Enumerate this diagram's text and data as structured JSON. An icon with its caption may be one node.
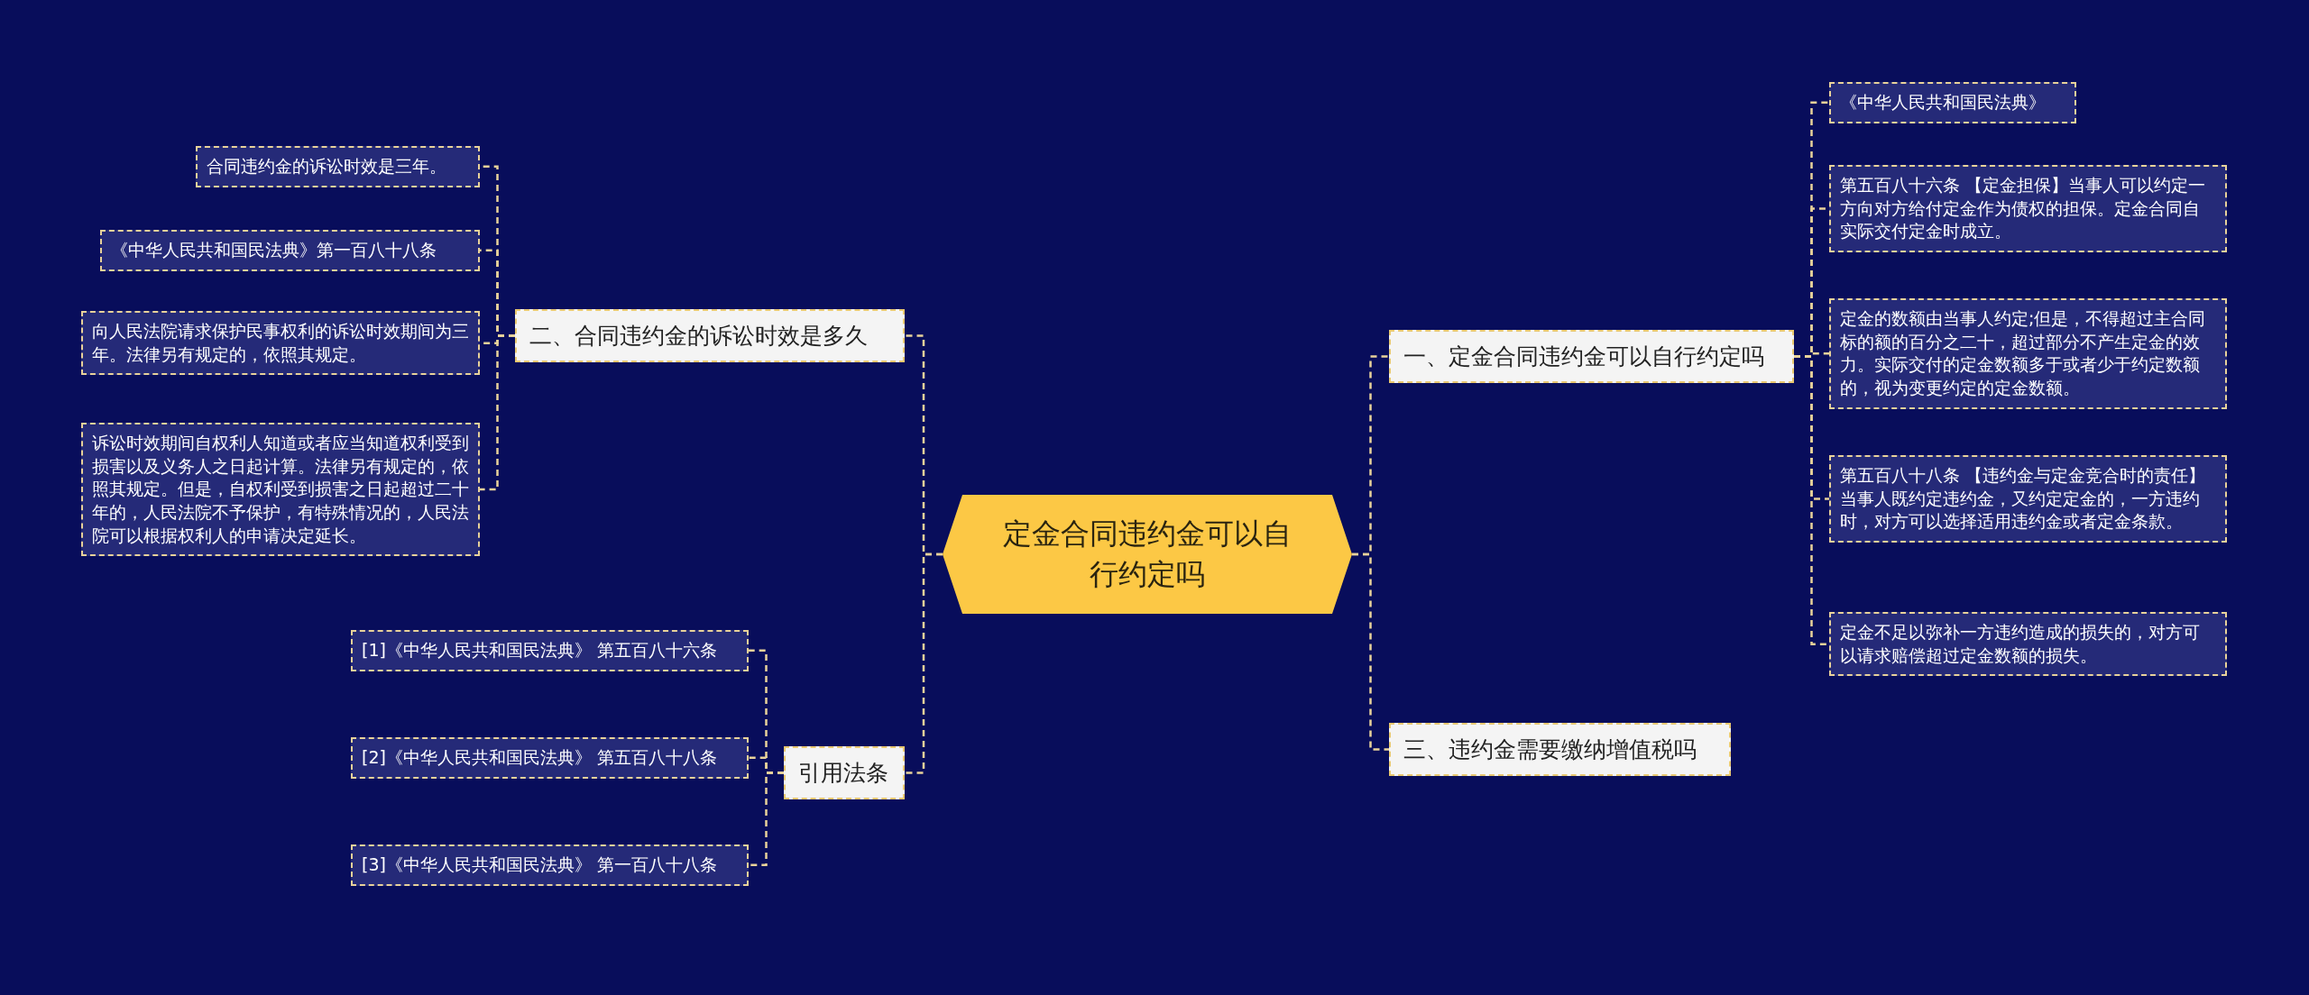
{
  "diagram": {
    "nodes": [
      {
        "text": [
          "定金合同违约金可以自行约定吗"
        ]
      },
      {
        "text": [
          "一、定金合同违约金可以自行约定吗"
        ]
      },
      {
        "text": [
          "《中华人民共和国民法典》"
        ]
      },
      {
        "text": [
          "第五百八十六条 【定金担保】当事人可以约定一方向对方给付定金作为债权的担保。定金合同自实际交付定金时成立。"
        ]
      },
      {
        "text": [
          "定金的数额由当事人约定;但是，不得超过主合同标的额的百分之二十，超过部分不产生定金的效力。实际交付的定金数额多于或者少于约定数额的，视为变更约定的定金数额。"
        ]
      },
      {
        "text": [
          "第五百八十八条 【违约金与定金竞合时的责任】当事人既约定违约金，又约定定金的，一方违约时，对方可以选择适用违约金或者定金条款。"
        ]
      },
      {
        "text": [
          "定金不足以弥补一方违约造成的损失的，对方可以请求赔偿超过定金数额的损失。"
        ]
      },
      {
        "text": [
          "三、违约金需要缴纳增值税吗"
        ]
      },
      {
        "text": [
          "二、合同违约金的诉讼时效是多久"
        ]
      },
      {
        "text": [
          "合同违约金的诉讼时效是三年。"
        ]
      },
      {
        "text": [
          "《中华人民共和国民法典》第一百八十八条"
        ]
      },
      {
        "text": [
          "向人民法院请求保护民事权利的诉讼时效期间为三年。法律另有规定的，依照其规定。"
        ]
      },
      {
        "text": [
          "诉讼时效期间自权利人知道或者应当知道权利受到损害以及义务人之日起计算。法律另有规定的，依照其规定。但是，自权利受到损害之日起超过二十年的，人民法院不予保护，有特殊情况的，人民法院可以根据权利人的申请决定延长。"
        ]
      },
      {
        "text": [
          "引用法条"
        ]
      },
      {
        "text": [
          "[1]《中华人民共和国民法典》 第五百八十六条"
        ]
      },
      {
        "text": [
          "[2]《中华人民共和国民法典》 第五百八十八条"
        ]
      },
      {
        "text": [
          "[3]《中华人民共和国民法典》 第一百八十八条"
        ]
      }
    ],
    "edges": [
      {
        "from": 0,
        "to": 1,
        "arrow": "none"
      },
      {
        "from": 0,
        "to": 7,
        "arrow": "none"
      },
      {
        "from": 0,
        "to": 8,
        "arrow": "none"
      },
      {
        "from": 0,
        "to": 13,
        "arrow": "none"
      },
      {
        "from": 1,
        "to": 2,
        "arrow": "none"
      },
      {
        "from": 1,
        "to": 3,
        "arrow": "none"
      },
      {
        "from": 1,
        "to": 4,
        "arrow": "none"
      },
      {
        "from": 1,
        "to": 5,
        "arrow": "none"
      },
      {
        "from": 1,
        "to": 6,
        "arrow": "none"
      },
      {
        "from": 8,
        "to": 9,
        "arrow": "none"
      },
      {
        "from": 8,
        "to": 10,
        "arrow": "none"
      },
      {
        "from": 8,
        "to": 11,
        "arrow": "none"
      },
      {
        "from": 8,
        "to": 12,
        "arrow": "none"
      },
      {
        "from": 13,
        "to": 14,
        "arrow": "none"
      },
      {
        "from": 13,
        "to": 15,
        "arrow": "none"
      },
      {
        "from": 13,
        "to": 16,
        "arrow": "none"
      }
    ]
  }
}
